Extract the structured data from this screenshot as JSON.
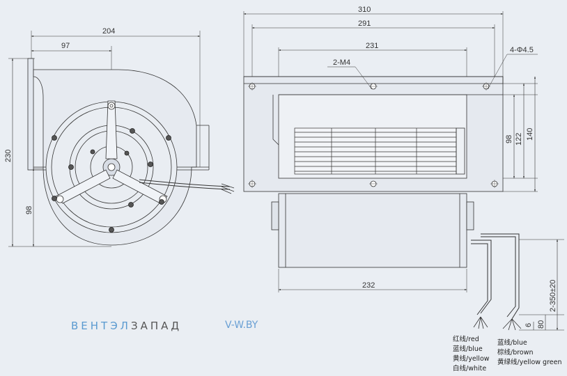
{
  "dimensions": {
    "front_width": "204",
    "front_inner": "97",
    "front_height": "230",
    "front_axis": "98",
    "side_overall": "310",
    "side_mount": "291",
    "side_wheel": "231",
    "side_motor": "232",
    "side_h98": "98",
    "side_h122": "122",
    "side_h140": "140",
    "hole_label": "4-Φ4.5",
    "thread_label": "2-M4",
    "lead_length": "2-350±20",
    "lead_80": "80",
    "lead_6": "6"
  },
  "brand": {
    "part1": "ВЕНТЭЛ",
    "part2": "ЗАПАД"
  },
  "site": "V-W.BY",
  "wires_left": [
    "红线/red",
    "蓝线/blue",
    "黄线/yellow",
    "白线/white"
  ],
  "wires_right": [
    "蓝线/blue",
    "棕线/brown",
    "黄绿线/yellow  green"
  ]
}
